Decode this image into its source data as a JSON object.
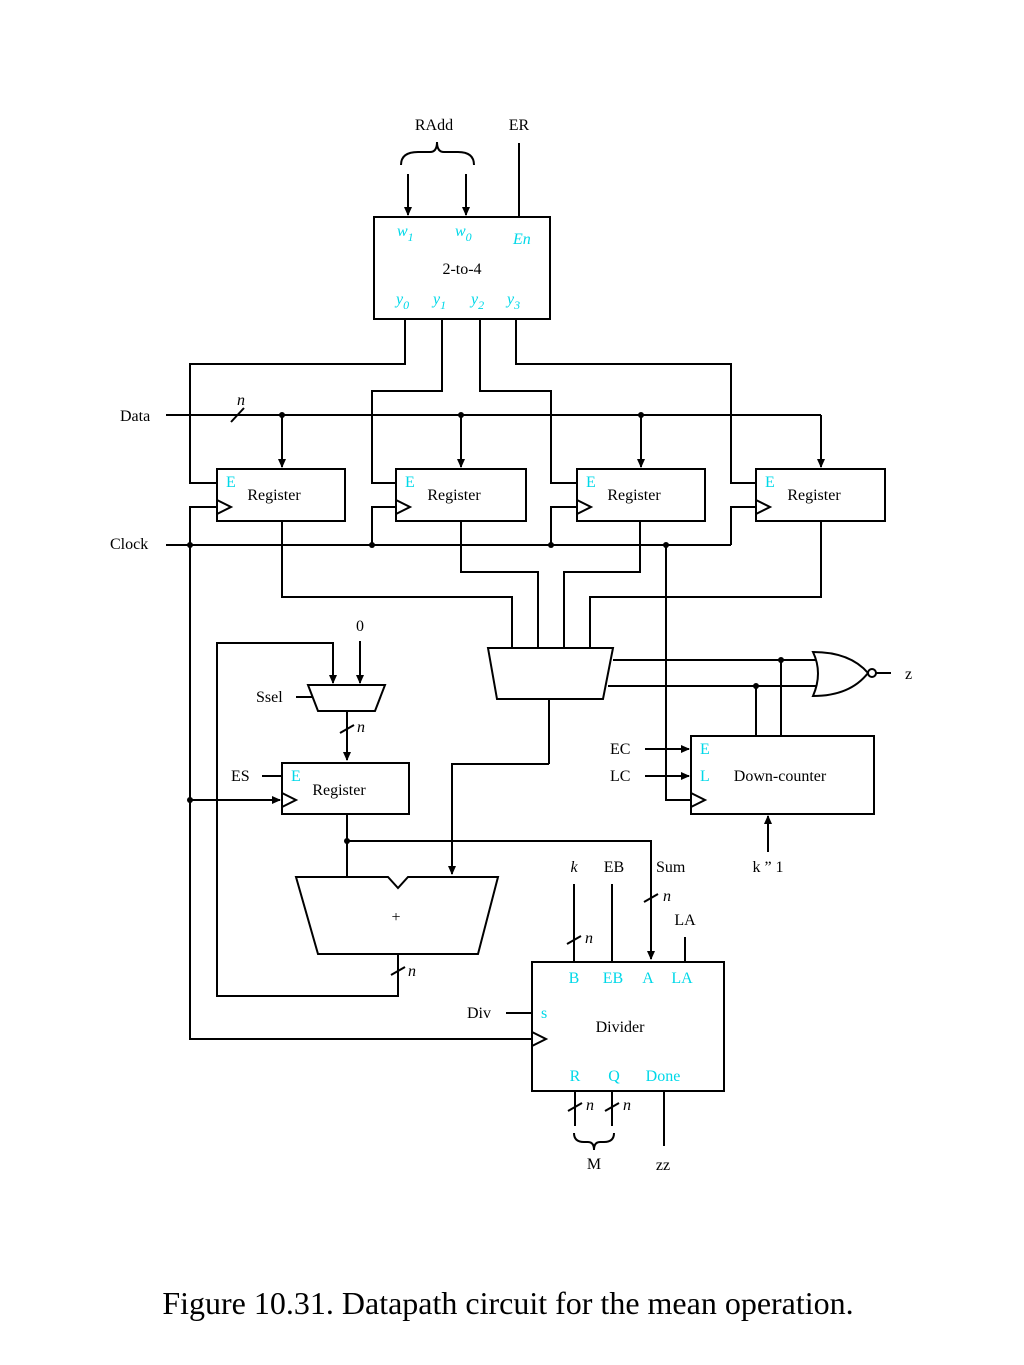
{
  "decoder": {
    "title": "2-to-4",
    "in_w1": "w",
    "in_w1_sub": "1",
    "in_w0": "w",
    "in_w0_sub": "0",
    "enable": "En",
    "out_y0": "y",
    "out_y0_sub": "0",
    "out_y1": "y",
    "out_y1_sub": "1",
    "out_y2": "y",
    "out_y2_sub": "2",
    "out_y3": "y",
    "out_y3_sub": "3"
  },
  "signals": {
    "radd": "RAdd",
    "er": "ER",
    "data": "Data",
    "data_width": "n",
    "clock": "Clock",
    "zero": "0",
    "ssel": "Ssel",
    "ssel_width": "n",
    "es": "ES",
    "ec": "EC",
    "lc": "LC",
    "k_minus_1": "k ” 1",
    "z": "z",
    "k": "k",
    "eb": "EB",
    "sum": "Sum",
    "sum_width": "n",
    "la": "LA",
    "b_width": "n",
    "adder_width": "n",
    "div": "Div",
    "r_width": "n",
    "q_width": "n",
    "m": "M",
    "zz": "zz"
  },
  "registers": [
    {
      "enable": "E",
      "label": "Register"
    },
    {
      "enable": "E",
      "label": "Register"
    },
    {
      "enable": "E",
      "label": "Register"
    },
    {
      "enable": "E",
      "label": "Register"
    }
  ],
  "sum_register": {
    "enable": "E",
    "label": "Register"
  },
  "adder": {
    "label": "+"
  },
  "down_counter": {
    "enable": "E",
    "load": "L",
    "label": "Down-counter"
  },
  "divider": {
    "label": "Divider",
    "port_b": "B",
    "port_eb": "EB",
    "port_a": "A",
    "port_la": "LA",
    "port_s": "s",
    "port_r": "R",
    "port_q": "Q",
    "port_done": "Done"
  },
  "caption": "Figure 10.31.  Datapath circuit for the mean operation."
}
